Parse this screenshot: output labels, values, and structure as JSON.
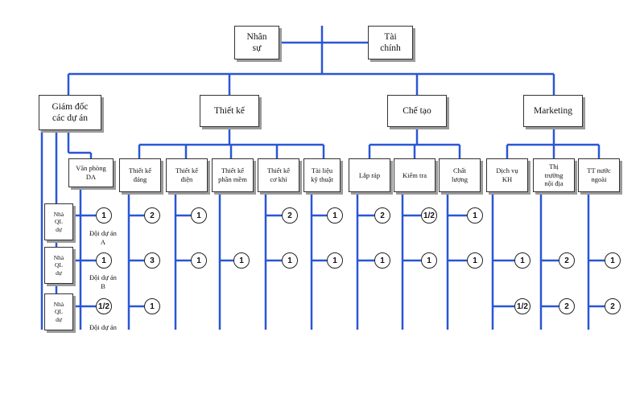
{
  "top": [
    "Nhân\nsự",
    "Tài\nchính"
  ],
  "departments": [
    "Giám đốc\ncác dự án",
    "Thiết kế",
    "Chế tạo",
    "Marketing"
  ],
  "sub_units": [
    "Văn phòng\nDA",
    "Thiết kế\nđáng",
    "Thiết kế\nđiện",
    "Thiết kế\nphần mềm",
    "Thiết kế\ncơ khí",
    "Tài liệu\nkỹ thuật",
    "Lắp ráp",
    "Kiểm tra",
    "Chất\nlượng",
    "Dịch vụ\nKH",
    "Thị\ntrường\nnội địa",
    "TT nước\nngoài"
  ],
  "project_offices": [
    "Nhà\nQL\ndự",
    "Nhà\nQL\ndự",
    "Nhà\nQL\ndự"
  ],
  "teams": [
    "Đội dự án\nA",
    "Đội dự án\nB",
    "Đội dự án"
  ],
  "staffing": {
    "row_a": [
      "1",
      "2",
      "1",
      "2",
      "1",
      "2",
      "1/2",
      "1"
    ],
    "row_b": [
      "1",
      "3",
      "1",
      "1",
      "1",
      "1",
      "1",
      "1",
      "1",
      "1",
      "2",
      "1"
    ],
    "row_c": [
      "1/2",
      "1",
      "1/2",
      "2",
      "2"
    ]
  },
  "colors": {
    "connector": "#2a56d6",
    "box_border": "#333333",
    "shadow": "#9a9a9a"
  }
}
